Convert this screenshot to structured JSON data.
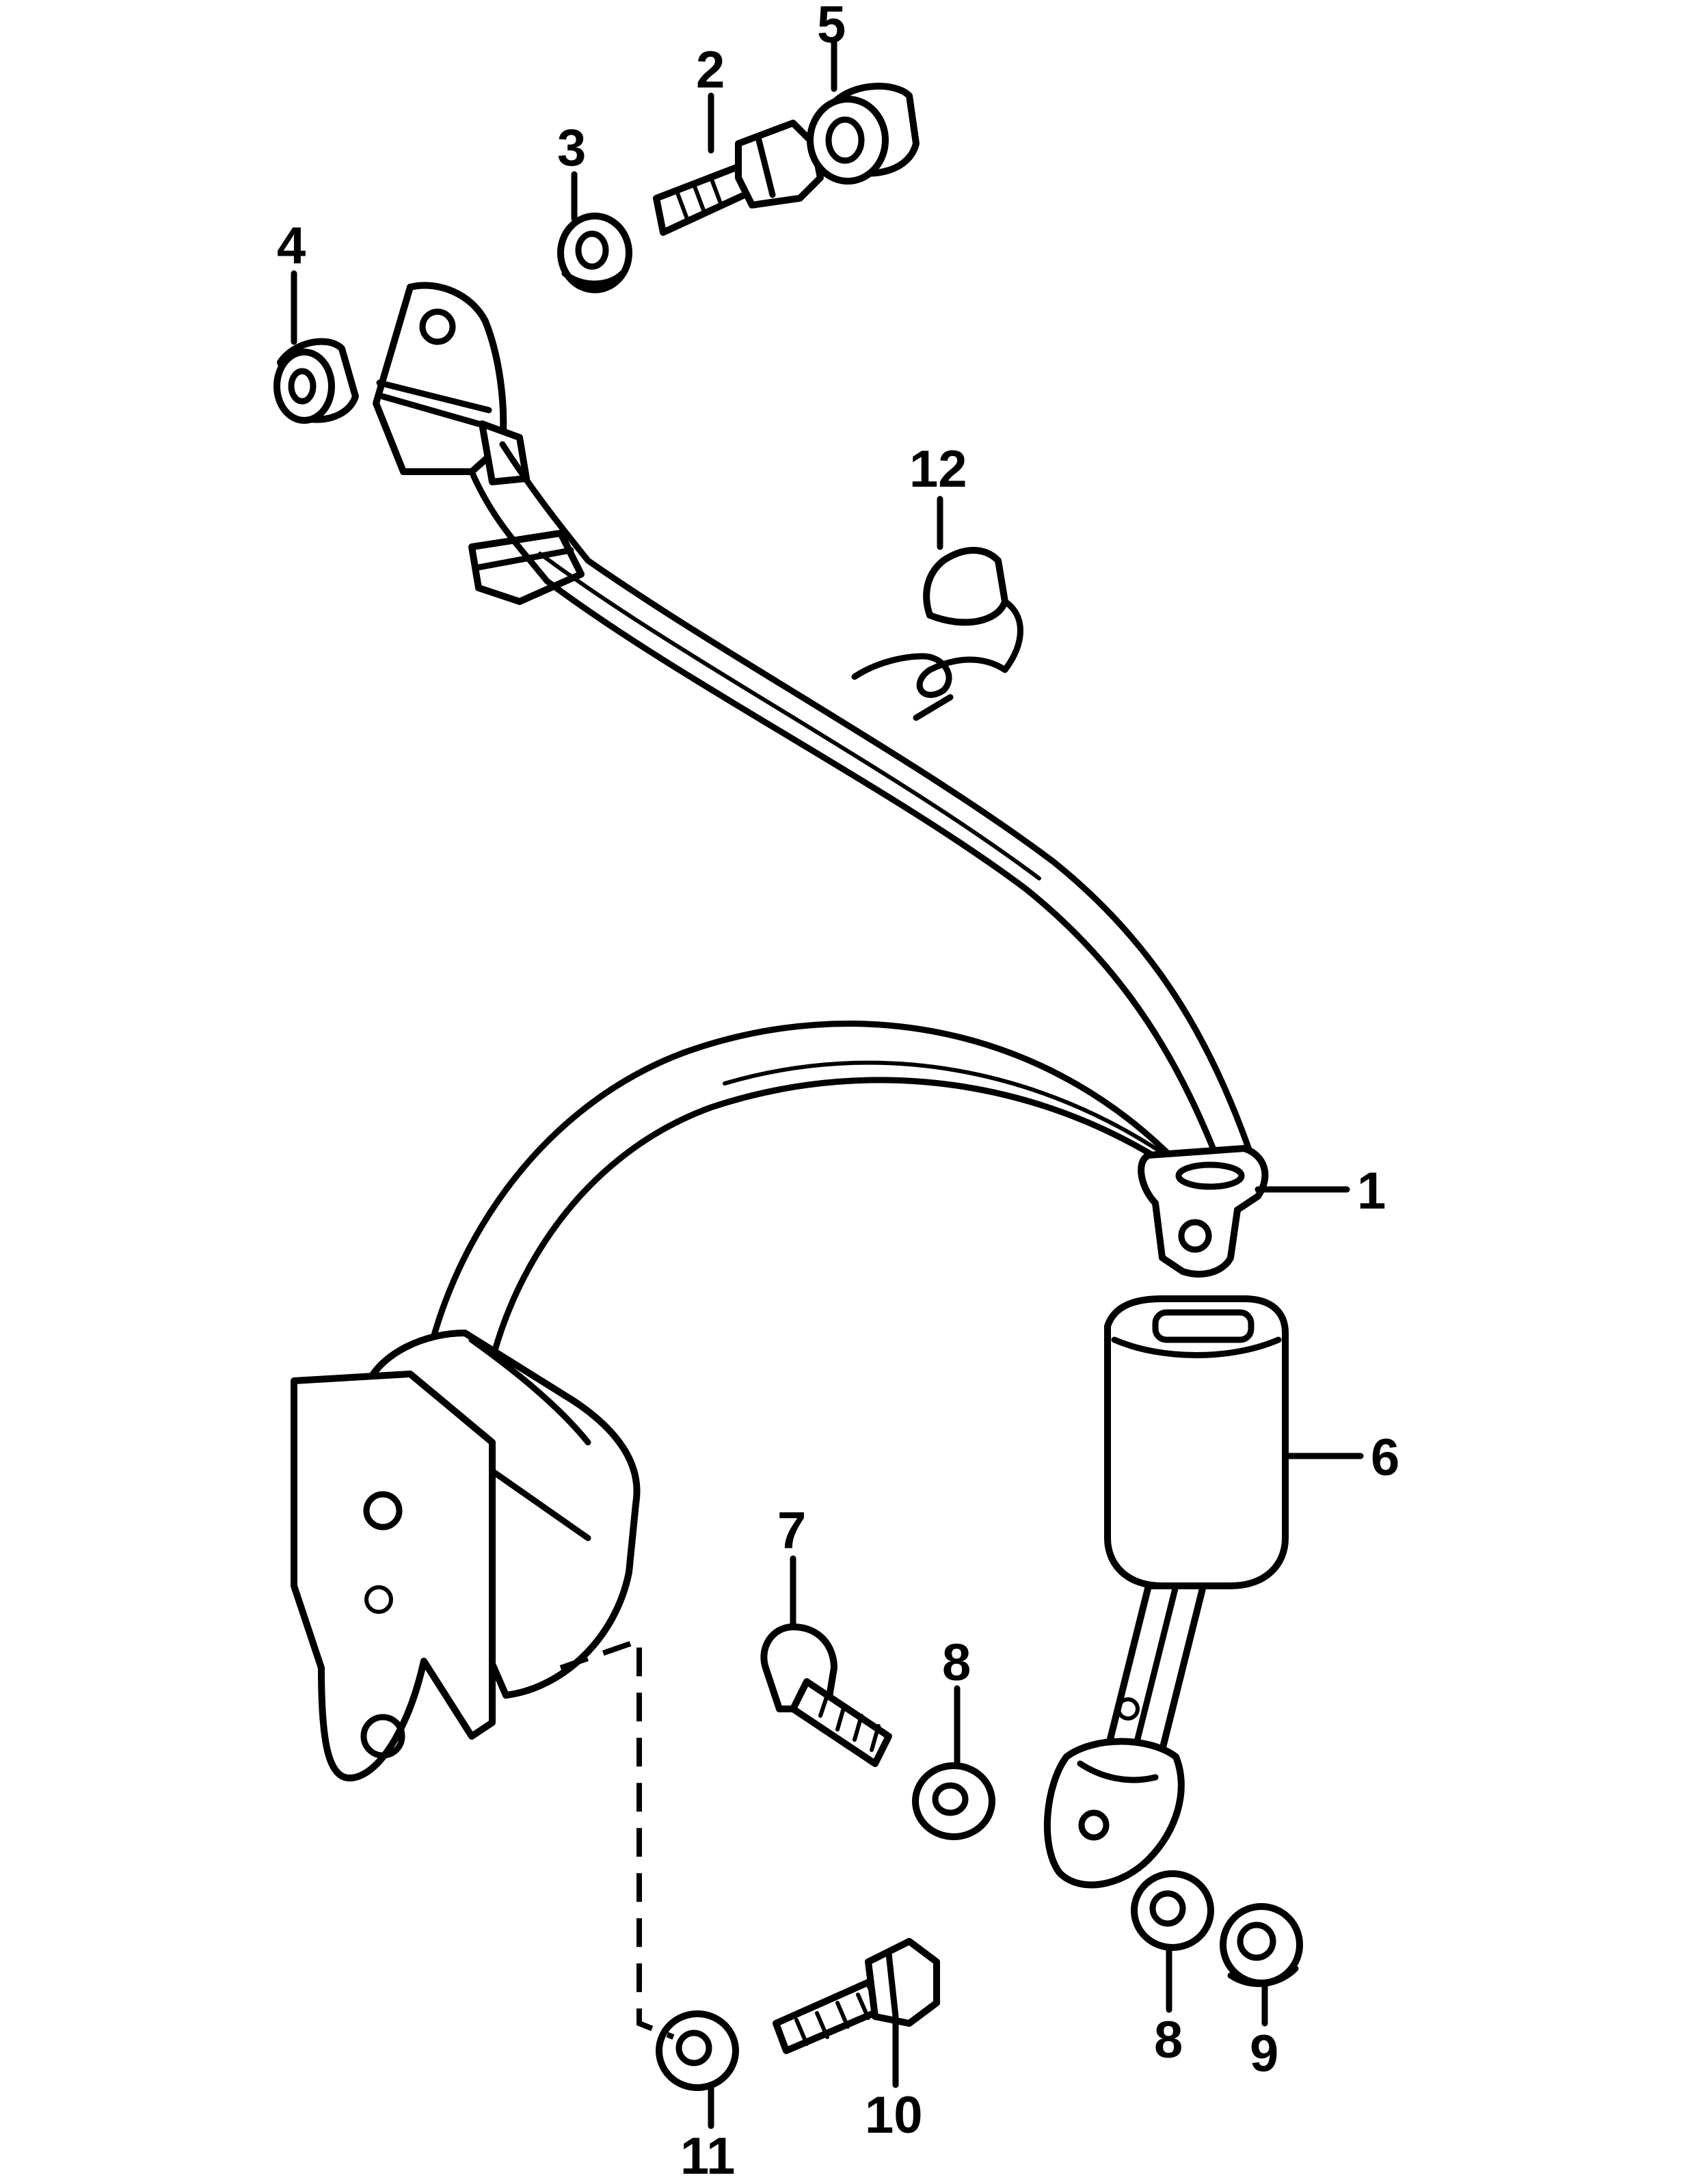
{
  "labels": {
    "p1": "1",
    "p2": "2",
    "p3": "3",
    "p4": "4",
    "p5": "5",
    "p6": "6",
    "p7": "7",
    "p8a": "8",
    "p8b": "8",
    "p9": "9",
    "p10": "10",
    "p11": "11",
    "p12": "12"
  }
}
